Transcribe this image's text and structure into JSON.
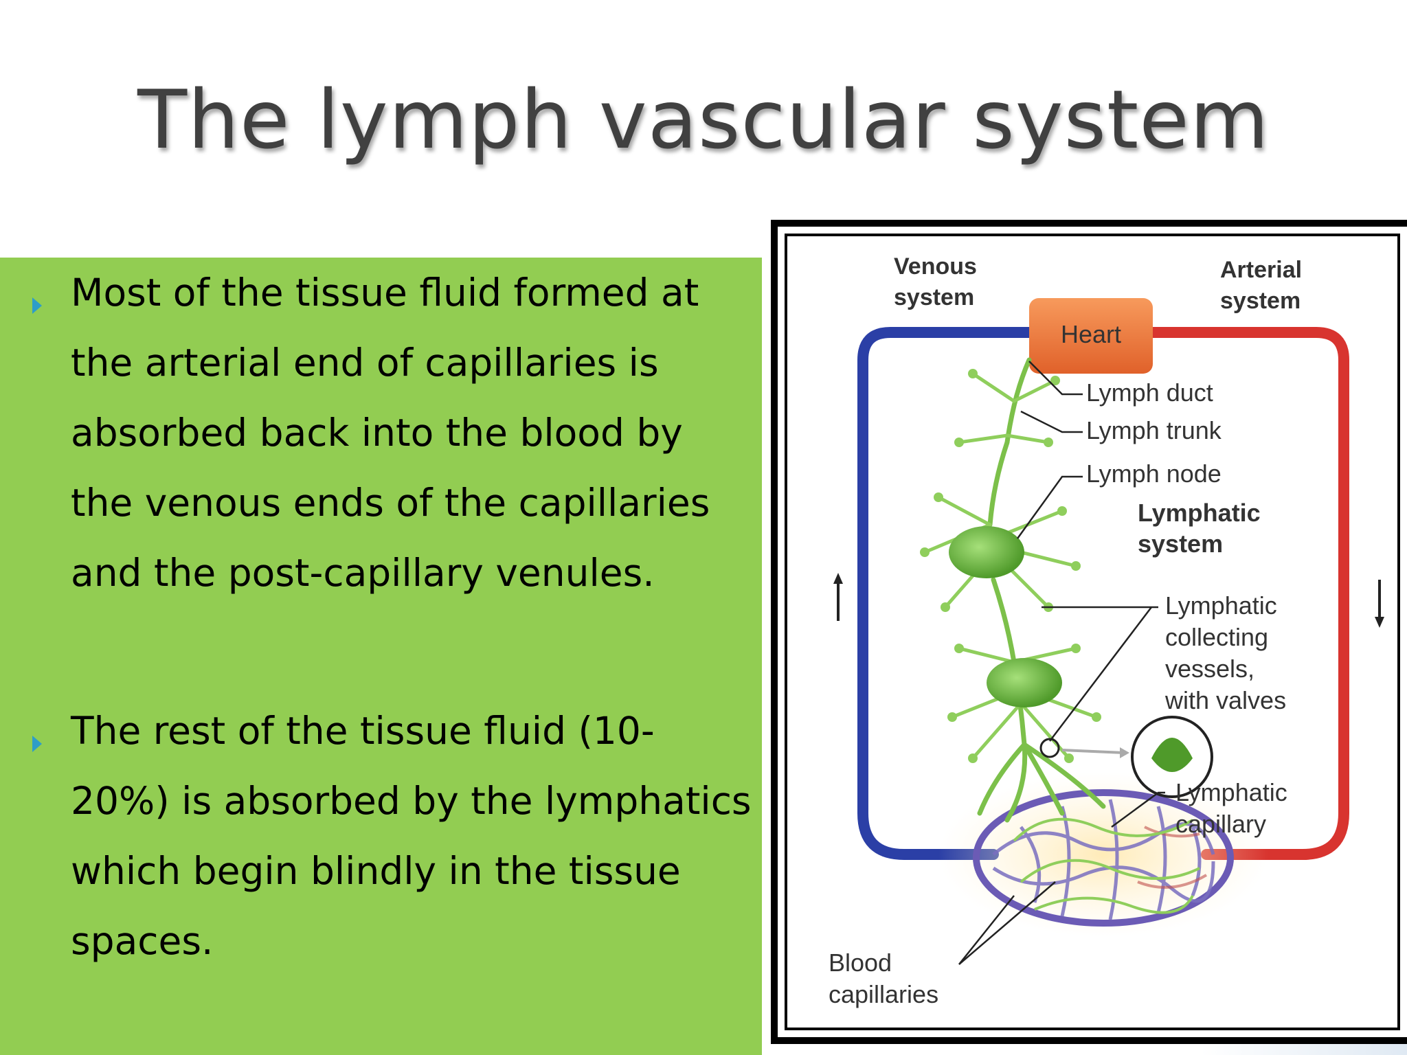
{
  "title": "The lymph vascular system",
  "bullets": [
    {
      "lines": [
        "Most of the tissue fluid formed at",
        "the arterial end of capillaries is",
        "absorbed back into the blood by",
        "the venous ends of the capillaries",
        "and the post-capillary venules."
      ]
    },
    {
      "lines": [
        "The rest of the tissue fluid (10-",
        "20%) is absorbed by the lymphatics",
        "which begin blindly in the tissue",
        "spaces."
      ]
    }
  ],
  "diagram": {
    "venous_line1": "Venous",
    "venous_line2": "system",
    "arterial_line1": "Arterial",
    "arterial_line2": "system",
    "heart": "Heart",
    "lymph_duct": "Lymph duct",
    "lymph_trunk": "Lymph trunk",
    "lymph_node": "Lymph node",
    "lymphatic_system_line1": "Lymphatic",
    "lymphatic_system_line2": "system",
    "collecting_line1": "Lymphatic",
    "collecting_line2": "collecting",
    "collecting_line3": "vessels,",
    "collecting_line4": "with valves",
    "capillary_line1": "Lymphatic",
    "capillary_line2": "capillary",
    "blood_cap_line1": "Blood",
    "blood_cap_line2": "capillaries"
  },
  "colors": {
    "textbox_bg": "#92cd52",
    "bullet": "#2e9dc8",
    "venous": "#2b3fa6",
    "arterial": "#d8342f",
    "heart": "#f07a3a",
    "lymph": "#7cc04a"
  }
}
